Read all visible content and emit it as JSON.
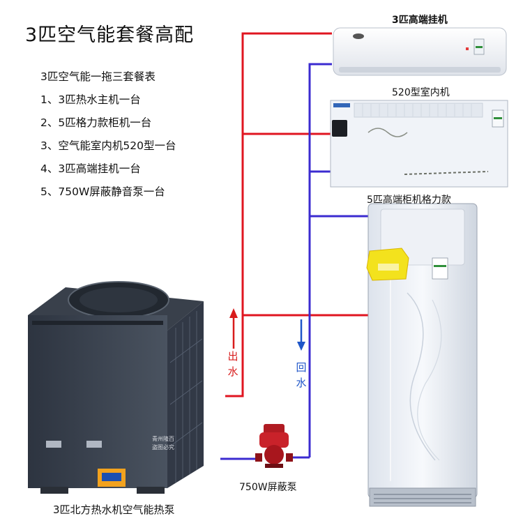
{
  "title": "3匹空气能套餐高配",
  "package_list": {
    "heading": "3匹空气能一拖三套餐表",
    "items": [
      "1、3匹热水主机一台",
      "2、5匹格力款柜机一台",
      "3、空气能室内机520型一台",
      "4、3匹高端挂机一台",
      "5、750W屏蔽静音泵一台"
    ]
  },
  "units": {
    "wall_unit": "3匹高端挂机",
    "indoor_unit": "520型室内机",
    "cabinet_unit": "5匹高端柜机格力款",
    "heat_pump": "3匹北方热水机空气能热泵",
    "pump": "750W屏蔽泵"
  },
  "flow_labels": {
    "outlet": [
      "出",
      "水"
    ],
    "return": [
      "回",
      "水"
    ]
  },
  "watermark": "青州隆百 盗图必究",
  "colors": {
    "supply_pipe": "#e01520",
    "return_pipe": "#3b2bd0",
    "flow_arrow_out": "#d81c1c",
    "flow_arrow_return": "#1f56c8"
  }
}
